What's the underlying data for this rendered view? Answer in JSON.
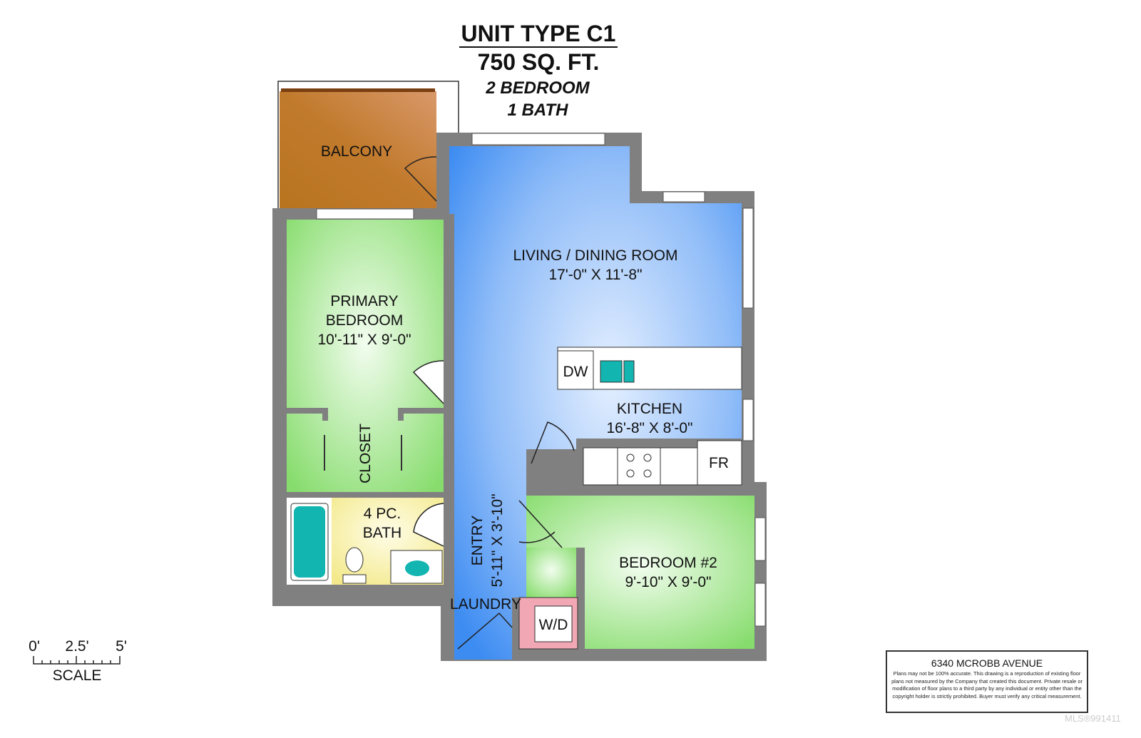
{
  "title": {
    "unit_type": "UNIT TYPE C1",
    "area": "750 SQ. FT.",
    "bedrooms": "2 BEDROOM",
    "baths": "1 BATH"
  },
  "rooms": {
    "balcony": "BALCONY",
    "living_name": "LIVING / DINING ROOM",
    "living_dims": "17'-0\" X 11'-8\"",
    "primary_name_1": "PRIMARY",
    "primary_name_2": "BEDROOM",
    "primary_dims": "10'-11\" X 9'-0\"",
    "closet": "CLOSET",
    "bath_1": "4 PC.",
    "bath_2": "BATH",
    "kitchen_name": "KITCHEN",
    "kitchen_dims": "16'-8\" X 8'-0\"",
    "entry": "ENTRY",
    "entry_dims": "5'-11\" X 3'-10\"",
    "laundry": "LAUNDRY",
    "bedroom2_name": "BEDROOM #2",
    "bedroom2_dims": "9'-10\" X 9'-0\""
  },
  "fixtures": {
    "dishwasher": "DW",
    "fridge": "FR",
    "washer_dryer": "W/D"
  },
  "scale": {
    "ticks": [
      "0'",
      "2.5'",
      "5'"
    ],
    "label": "SCALE"
  },
  "info_box": {
    "address": "6340 MCROBB AVENUE",
    "disclaimer": "Plans may not be 100% accurate. This drawing is a reproduction of existing floor plans not measured by the Company that created this document.  Private resale  or modification of floor plans to a third party by any individual or entity other than the copyright holder is strictly prohibited. Buyer must verify any critical measurement."
  },
  "watermark": "MLS®991411",
  "colors": {
    "wall": "#808080",
    "living": "#5c9ef5",
    "bedroom": "#8fe07a",
    "balcony": "#c4802f",
    "bath": "#f7f0a8",
    "laundry": "#f2a8b4",
    "fixture": "#12b5b0"
  }
}
